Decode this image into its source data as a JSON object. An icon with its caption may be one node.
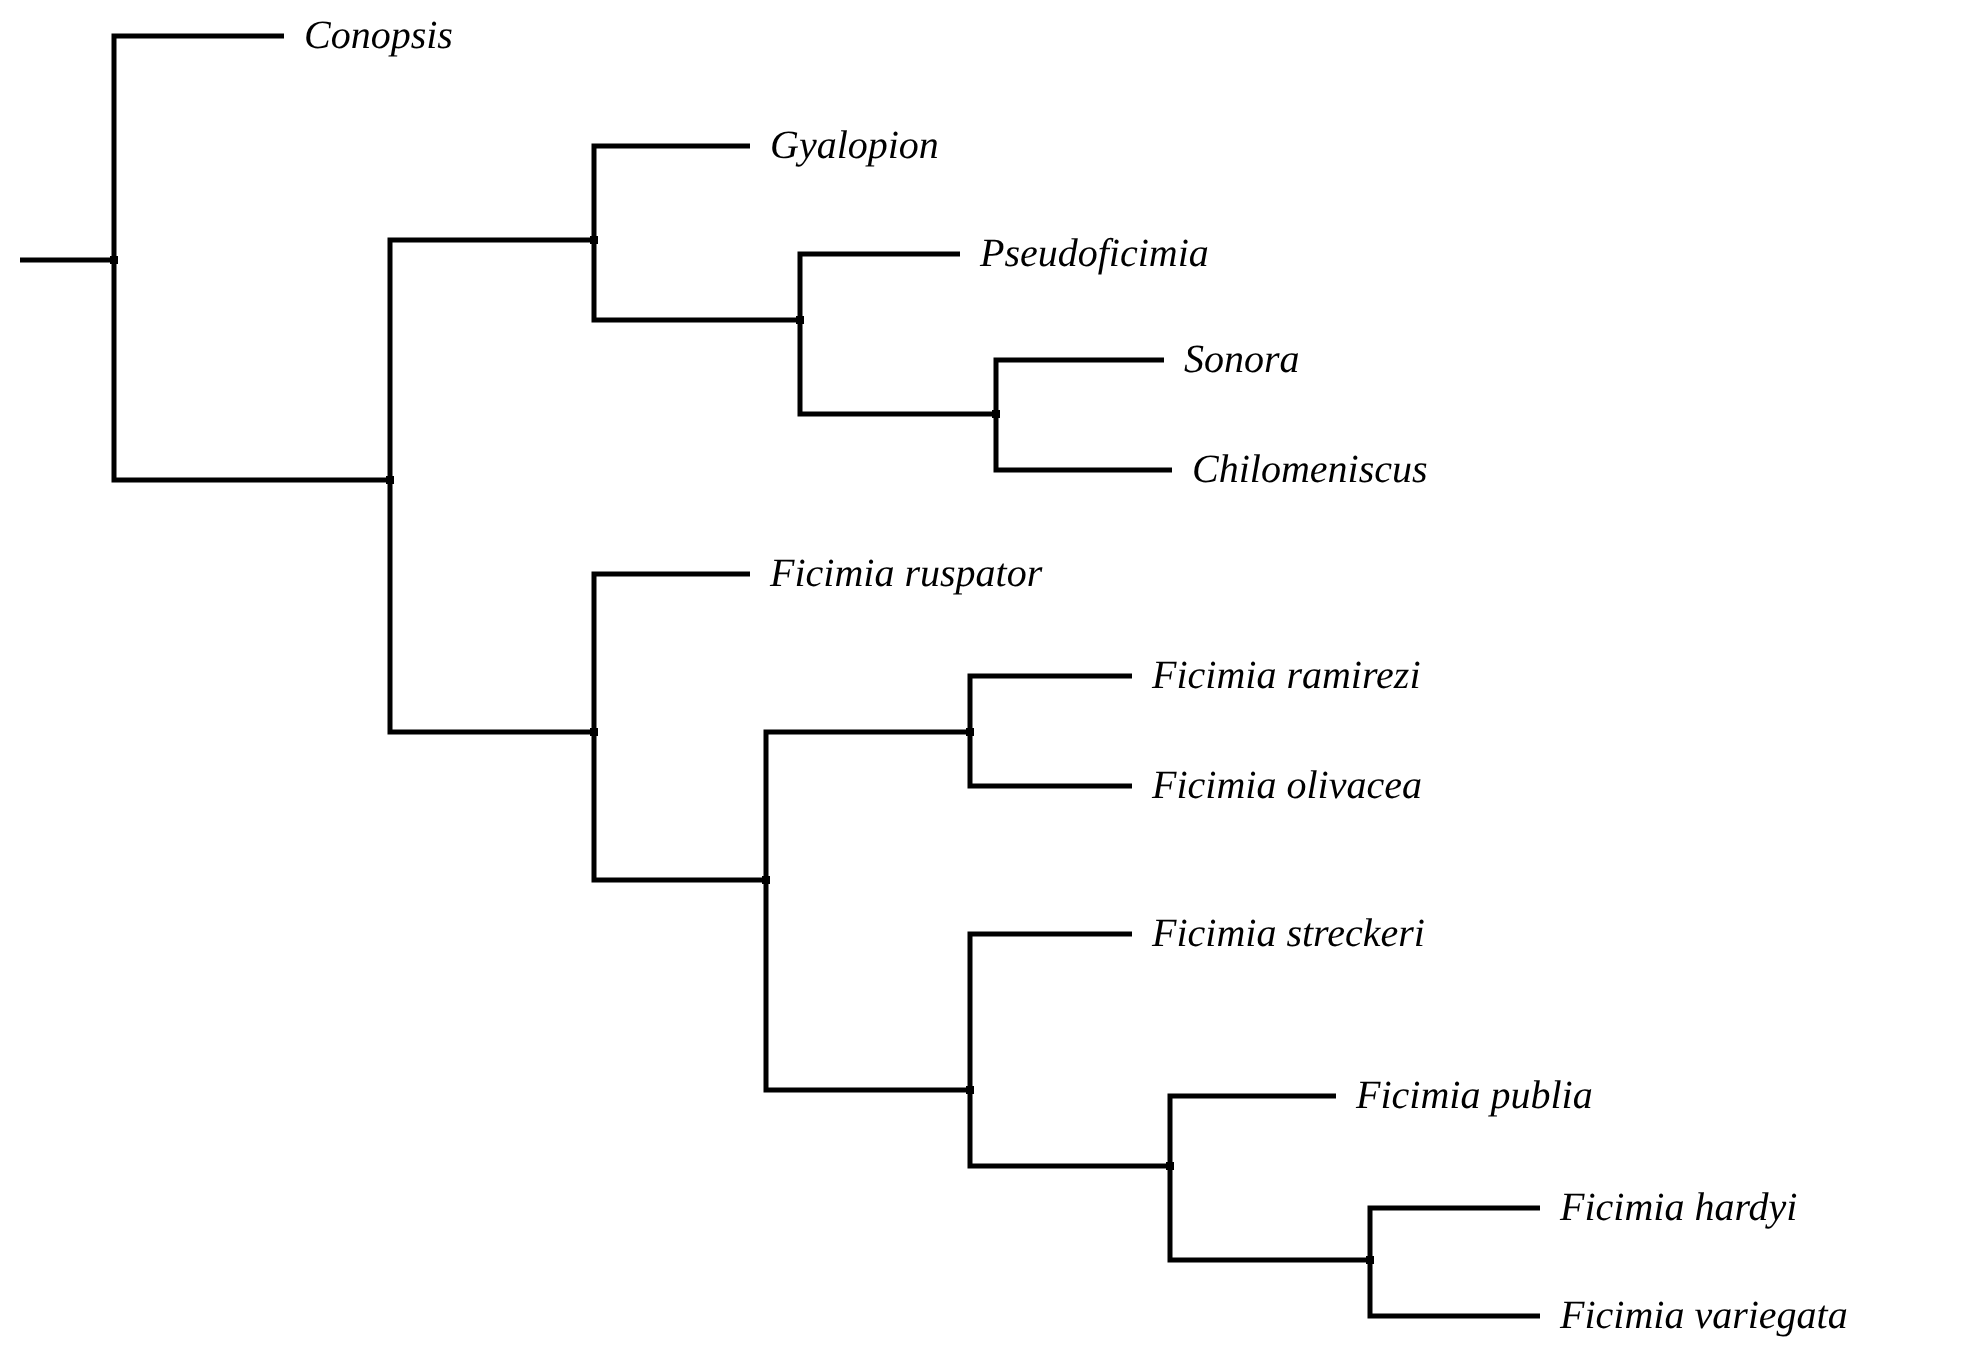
{
  "diagram": {
    "nodes": [
      {
        "text": [],
        "shape": "point"
      },
      {
        "text": [
          "Conopsis"
        ]
      },
      {
        "text": [],
        "shape": "point"
      },
      {
        "text": [],
        "shape": "point"
      },
      {
        "text": [
          "Gyalopion"
        ]
      },
      {
        "text": [],
        "shape": "point"
      },
      {
        "text": [
          "Pseudoficimia"
        ]
      },
      {
        "text": [],
        "shape": "point"
      },
      {
        "text": [
          "Sonora"
        ]
      },
      {
        "text": [
          "Chilomeniscus"
        ]
      },
      {
        "text": [],
        "shape": "point"
      },
      {
        "text": [
          "Ficimia ruspator"
        ]
      },
      {
        "text": [],
        "shape": "point"
      },
      {
        "text": [],
        "shape": "point"
      },
      {
        "text": [
          "Ficimia ramirezi"
        ]
      },
      {
        "text": [
          "Ficimia olivacea"
        ]
      },
      {
        "text": [],
        "shape": "point"
      },
      {
        "text": [
          "Ficimia streckeri"
        ]
      },
      {
        "text": [],
        "shape": "point"
      },
      {
        "text": [
          "Ficimia publia"
        ]
      },
      {
        "text": [],
        "shape": "point"
      },
      {
        "text": [
          "Ficimia hardyi"
        ]
      },
      {
        "text": [
          "Ficimia variegata"
        ]
      }
    ],
    "edges": [
      {
        "from": null,
        "to": 0,
        "arrow": "none"
      },
      {
        "from": 0,
        "to": 1,
        "arrow": "none"
      },
      {
        "from": 0,
        "to": 2,
        "arrow": "none"
      },
      {
        "from": 2,
        "to": 3,
        "arrow": "none"
      },
      {
        "from": 3,
        "to": 4,
        "arrow": "none"
      },
      {
        "from": 3,
        "to": 5,
        "arrow": "none"
      },
      {
        "from": 5,
        "to": 6,
        "arrow": "none"
      },
      {
        "from": 5,
        "to": 7,
        "arrow": "none"
      },
      {
        "from": 7,
        "to": 8,
        "arrow": "none"
      },
      {
        "from": 7,
        "to": 9,
        "arrow": "none"
      },
      {
        "from": 2,
        "to": 10,
        "arrow": "none"
      },
      {
        "from": 10,
        "to": 11,
        "arrow": "none"
      },
      {
        "from": 10,
        "to": 12,
        "arrow": "none"
      },
      {
        "from": 12,
        "to": 13,
        "arrow": "none"
      },
      {
        "from": 13,
        "to": 14,
        "arrow": "none"
      },
      {
        "from": 13,
        "to": 15,
        "arrow": "none"
      },
      {
        "from": 12,
        "to": 16,
        "arrow": "none"
      },
      {
        "from": 16,
        "to": 17,
        "arrow": "none"
      },
      {
        "from": 16,
        "to": 18,
        "arrow": "none"
      },
      {
        "from": 18,
        "to": 19,
        "arrow": "none"
      },
      {
        "from": 18,
        "to": 20,
        "arrow": "none"
      },
      {
        "from": 20,
        "to": 21,
        "arrow": "none"
      },
      {
        "from": 20,
        "to": 22,
        "arrow": "none"
      }
    ]
  }
}
